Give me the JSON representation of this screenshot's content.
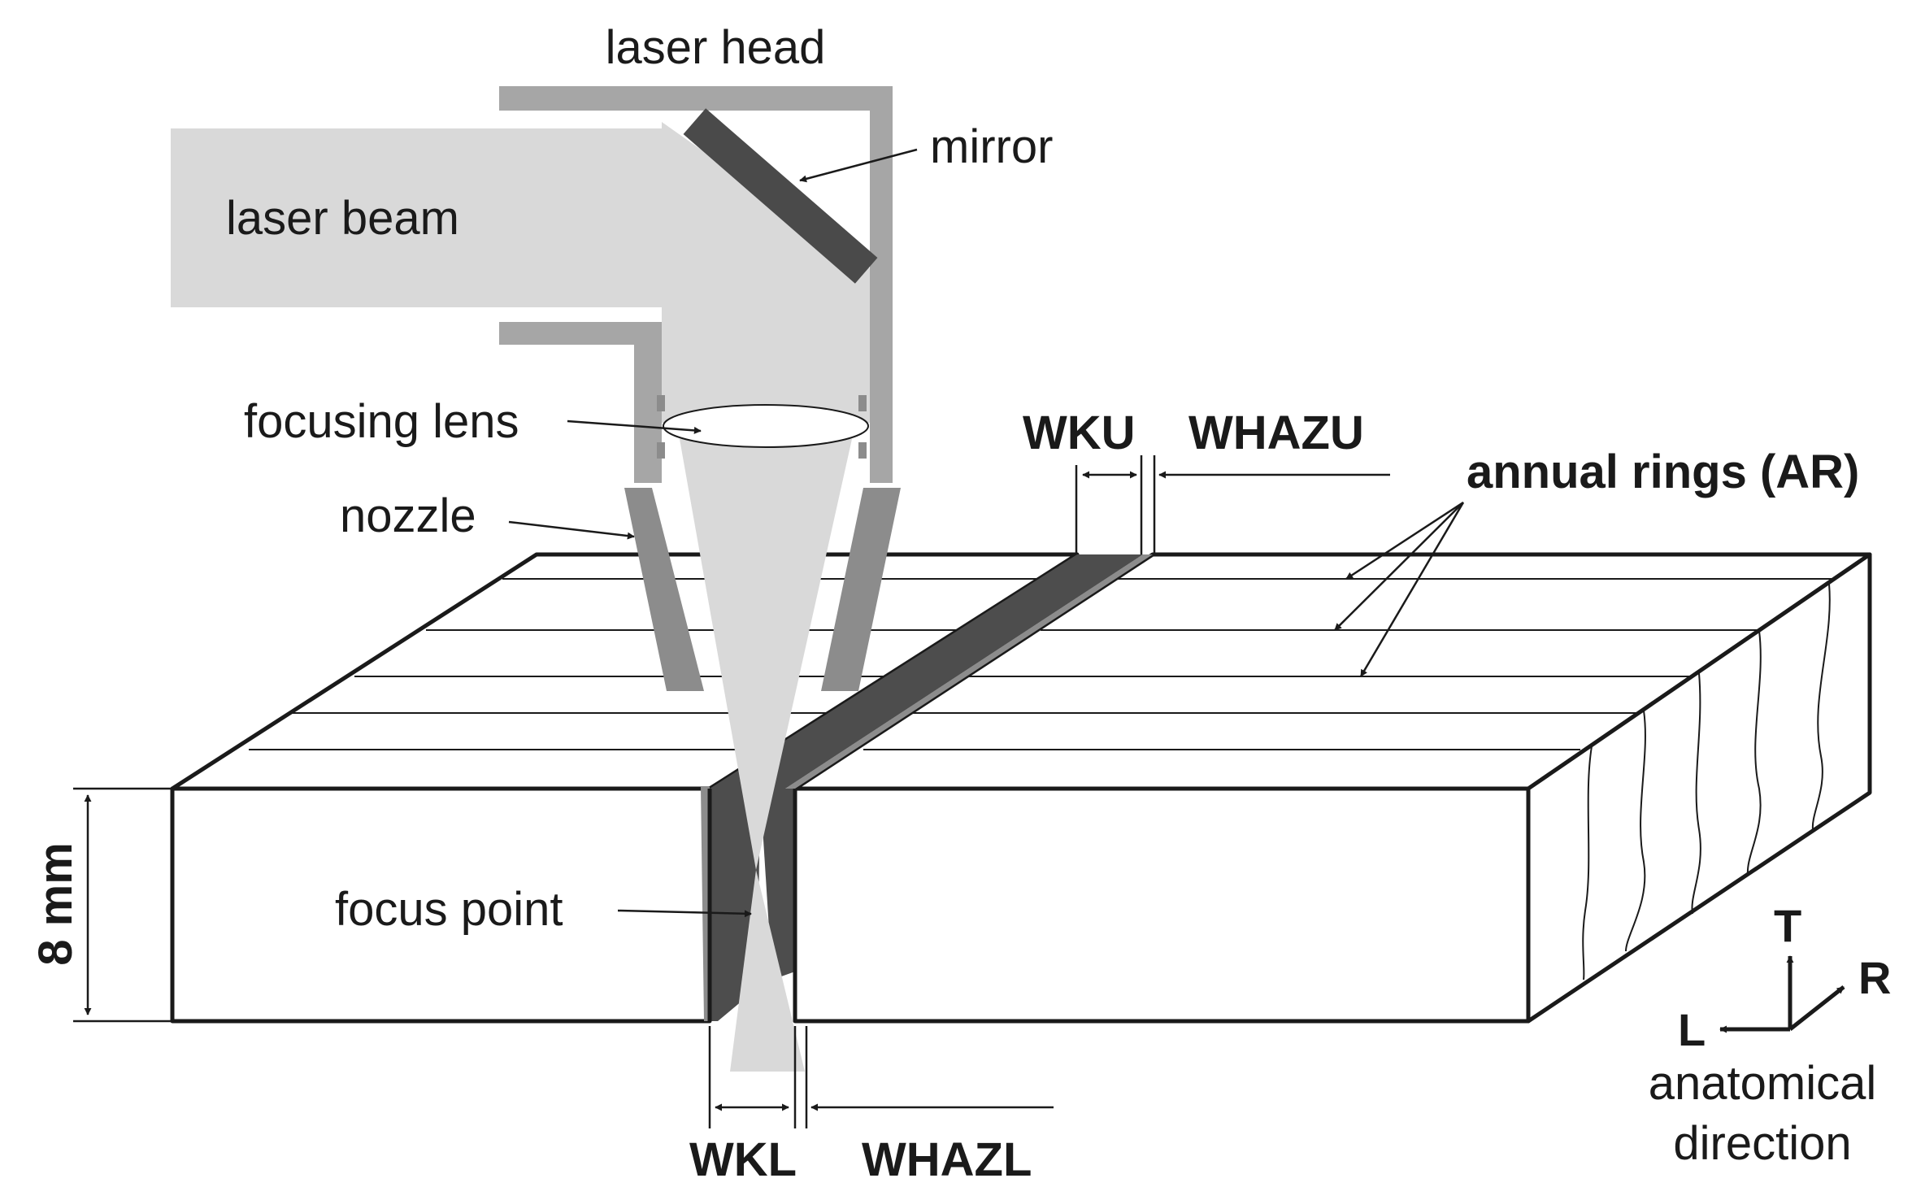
{
  "labels": {
    "laser_head": "laser head",
    "mirror": "mirror",
    "laser_beam": "laser beam",
    "focusing_lens": "focusing lens",
    "nozzle": "nozzle",
    "focus_point": "focus point",
    "thickness": "8 mm",
    "wku": "WKU",
    "whazu": "WHAZU",
    "wkl": "WKL",
    "whazl": "WHAZL",
    "annual_rings": "annual rings (AR)",
    "axis_t": "T",
    "axis_r": "R",
    "axis_l": "L",
    "anatomical_line1": "anatomical",
    "anatomical_line2": "direction"
  },
  "colors": {
    "beam": "#d9d9d9",
    "head_frame": "#a6a6a6",
    "mirror": "#4a4a4a",
    "nozzle": "#8c8c8c",
    "kerf": "#4d4d4d",
    "haz": "#8c8c8c",
    "outline": "#1a1a1a"
  }
}
